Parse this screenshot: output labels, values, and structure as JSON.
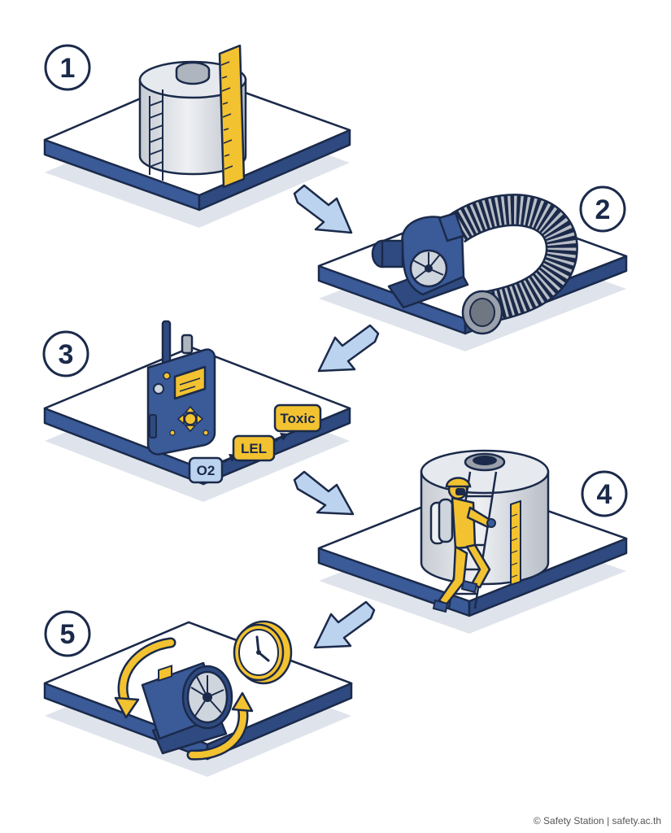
{
  "steps": [
    {
      "number": "1",
      "icon": "tank-measure-icon"
    },
    {
      "number": "2",
      "icon": "blower-duct-icon"
    },
    {
      "number": "3",
      "icon": "gas-detector-icon"
    },
    {
      "number": "4",
      "icon": "worker-entry-icon"
    },
    {
      "number": "5",
      "icon": "continuous-ventilation-icon"
    }
  ],
  "gas_sequence": [
    "O2",
    "LEL",
    "Toxic"
  ],
  "credit": "© Safety Station | safety.ac.th",
  "colors": {
    "navy": "#1b2a4a",
    "blue": "#3a5a98",
    "light_blue": "#bcd3ef",
    "yellow": "#f2c230",
    "gray": "#d4d8de",
    "shadow": "#dfe4ec"
  }
}
